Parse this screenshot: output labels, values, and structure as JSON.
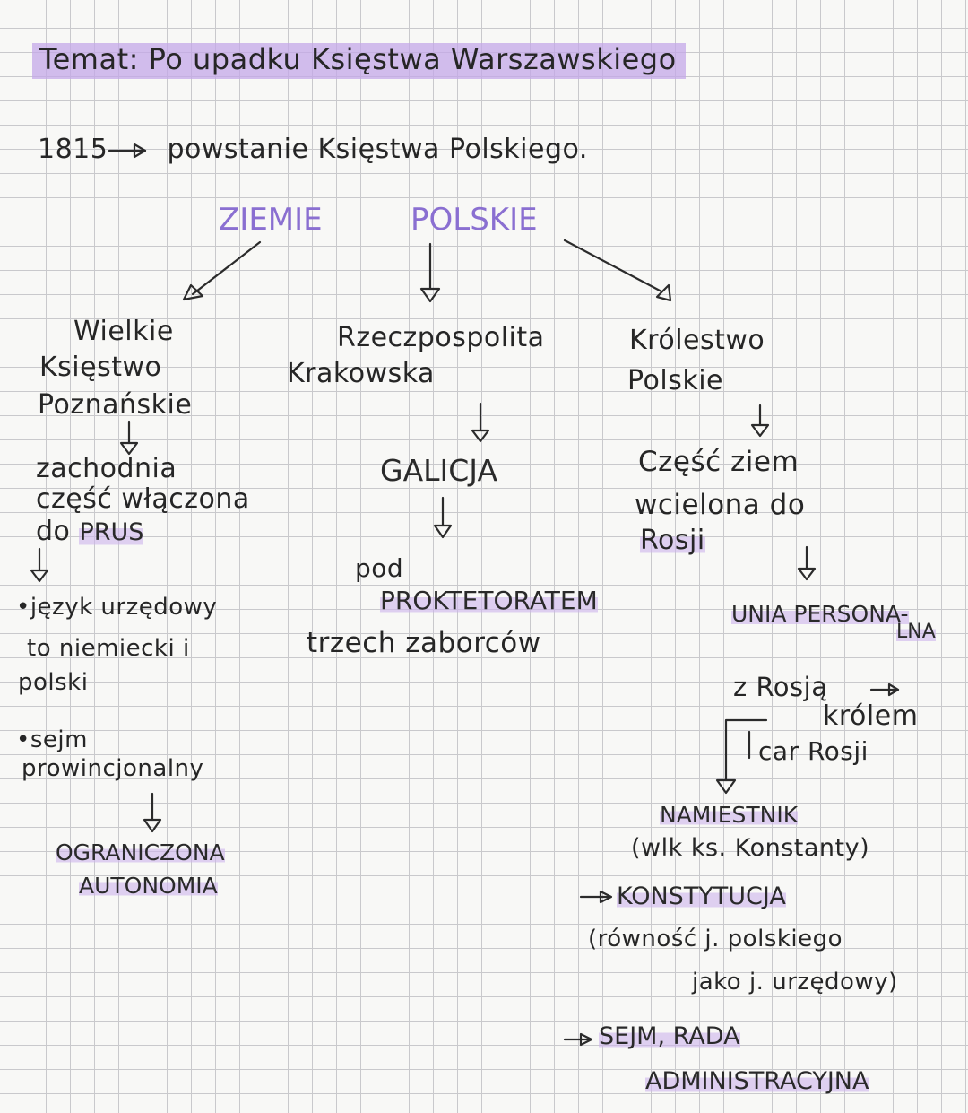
{
  "title": {
    "prefix": "Temat:",
    "text": "Po upadku Księstwa Warszawskiego"
  },
  "intro": {
    "year": "1815",
    "text": "powstanie Księstwa Polskiego."
  },
  "center": {
    "word1": "ZIEMIE",
    "word2": "POLSKIE"
  },
  "left": {
    "head": [
      "Wielkie",
      "Księstwo",
      "Poznańskie"
    ],
    "detail": [
      "zachodnia",
      "część włączona"
    ],
    "to": "do",
    "to_country": "PRUS",
    "point1": [
      "•język urzędowy",
      "to niemiecki i",
      "polski"
    ],
    "point2": [
      "•sejm",
      "prowincjonalny"
    ],
    "result": [
      "OGRANICZONA",
      "AUTONOMIA"
    ]
  },
  "middle": {
    "head": [
      "Rzeczpospolita",
      "Krakowska"
    ],
    "galicja": "GALICJA",
    "pod": "pod",
    "protektorat": "PROKTETORATEM",
    "zaborcow": "trzech zaborców"
  },
  "right": {
    "head": [
      "Królestwo",
      "Polskie"
    ],
    "detail": [
      "Część ziem",
      "wcielona do"
    ],
    "rosji": "Rosji",
    "unia": [
      "UNIA PERSONA-",
      "LNA"
    ],
    "z_rosja": "z Rosją",
    "krolem": [
      "królem",
      "car Rosji"
    ],
    "namiestnik": "NAMIESTNIK",
    "namiestnik_note": "(wlk ks. Konstanty)",
    "konstytucja": "KONSTYTUCJA",
    "konstytucja_note": [
      "(równość j. polskiego",
      "jako j. urzędowy)"
    ],
    "sejm": [
      "SEJM, RADA",
      "ADMINISTRACYJNA"
    ]
  },
  "colors": {
    "ink": "#262626",
    "accent": "#8a6fd1",
    "highlight": "#c4a8e8"
  }
}
